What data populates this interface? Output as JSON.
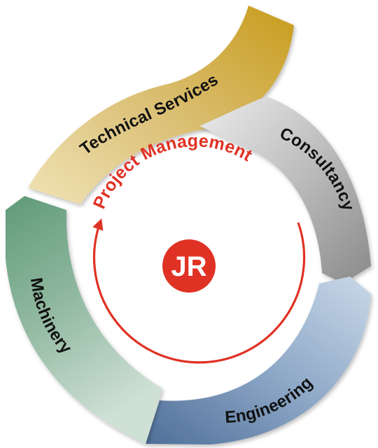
{
  "center": {
    "title": "Project Management",
    "logo_text": "JR"
  },
  "segments": {
    "technical_services": "Technical Services",
    "consultancy": "Consultancy",
    "engineering": "Engineering",
    "machinery": "Machinery"
  },
  "colors": {
    "accent_red": "#e03224",
    "technical_services": "#d5b24a",
    "consultancy": "#a8a8a8",
    "engineering": "#6f8db3",
    "machinery": "#86ab93"
  }
}
